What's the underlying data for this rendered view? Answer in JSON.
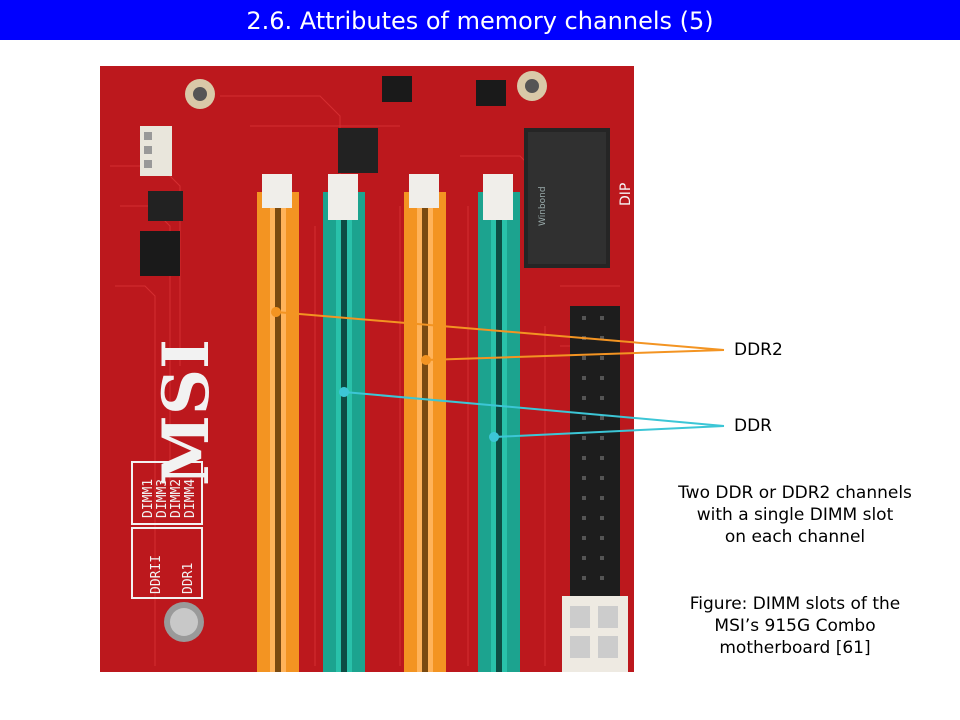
{
  "slide": {
    "title": "2.6.  Attributes of memory channels (5)"
  },
  "figure": {
    "board_markings": {
      "brand": "MSI",
      "dimm1": "DIMM1",
      "dimm3": "DIMM3",
      "dimm2": "DIMM2",
      "dimm4": "DIMM4",
      "ddr2": "DDRII",
      "ddr1": "DDR1",
      "dip": "DIP",
      "chip": "Winbond"
    },
    "callouts": {
      "ddr2_label": "DDR2",
      "ddr_label": "DDR"
    },
    "description": {
      "line1": "Two DDR or DDR2 channels",
      "line2": "with a single DIMM slot",
      "line3": "on each channel"
    },
    "caption": {
      "line1": "Figure: DIMM slots of the",
      "line2": "MSI’s 915G Combo",
      "line3": "motherboard [61]"
    }
  },
  "colors": {
    "title_bg": "#0000ff",
    "board": "#c8141c",
    "ddr2_slot": "#f39422",
    "ddr_slot": "#1ca38f",
    "ddr2_line": "#f39422",
    "ddr_line": "#3cc6d6"
  }
}
